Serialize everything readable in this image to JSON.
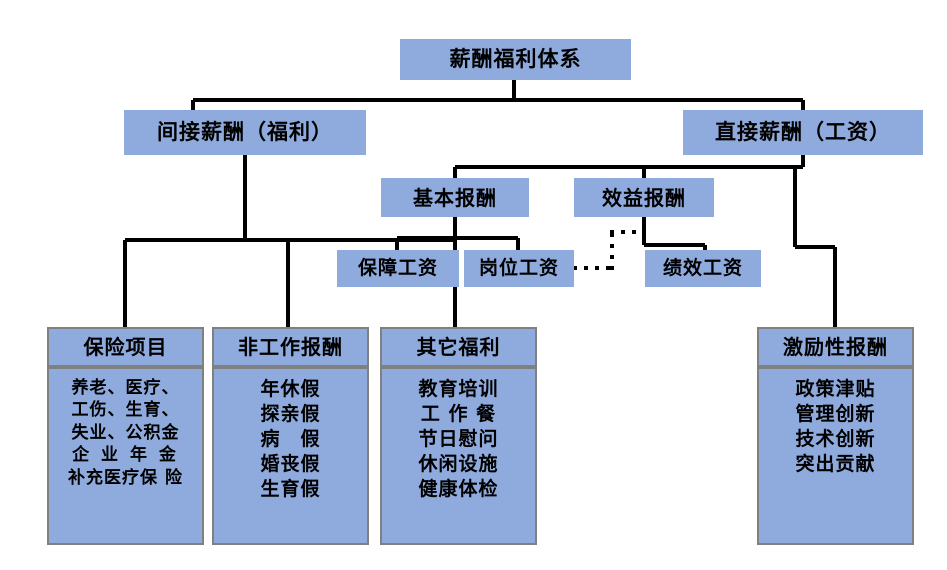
{
  "diagram": {
    "type": "hierarchy-tree",
    "title": "薪酬福利体系",
    "colors": {
      "node_fill": "#8faadc",
      "node_border": "#808080",
      "connector": "#000000",
      "text": "#000000",
      "background": "#ffffff"
    },
    "root": {
      "label": "薪酬福利体系"
    },
    "level2": {
      "indirect": {
        "label": "间接薪酬（福利）"
      },
      "direct": {
        "label": "直接薪酬（工资）"
      }
    },
    "level3": {
      "basic": {
        "label": "基本报酬"
      },
      "benefit": {
        "label": "效益报酬"
      }
    },
    "level4": {
      "guarantee_wage": {
        "label": "保障工资"
      },
      "post_wage": {
        "label": "岗位工资"
      },
      "performance_wage": {
        "label": "绩效工资"
      }
    },
    "groups": [
      {
        "id": "insurance",
        "header": "保险项目",
        "items": [
          "养老、医疗、",
          "工伤、生育、",
          "失业、公积金",
          "企 业 年 金",
          "补充医疗保 险"
        ]
      },
      {
        "id": "non-work-pay",
        "header": "非工作报酬",
        "items": [
          "年休假",
          "探亲假",
          "病　假",
          "婚丧假",
          "生育假"
        ]
      },
      {
        "id": "other-benefits",
        "header": "其它福利",
        "items": [
          "教育培训",
          "工 作 餐",
          "节日慰问",
          "休闲设施",
          "健康体检"
        ]
      },
      {
        "id": "incentive-pay",
        "header": "激励性报酬",
        "items": [
          "政策津贴",
          "管理创新",
          "技术创新",
          "突出贡献"
        ]
      }
    ],
    "connectors": {
      "dotted_link": "岗位工资 ⋯ 效益报酬"
    }
  }
}
